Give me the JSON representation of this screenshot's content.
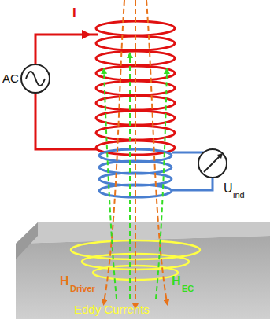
{
  "diagram": {
    "labels": [
      "I",
      "AC",
      "U",
      "ind",
      "H",
      "Driver",
      "H",
      "EC",
      "Eddy Currents"
    ]
  }
}
